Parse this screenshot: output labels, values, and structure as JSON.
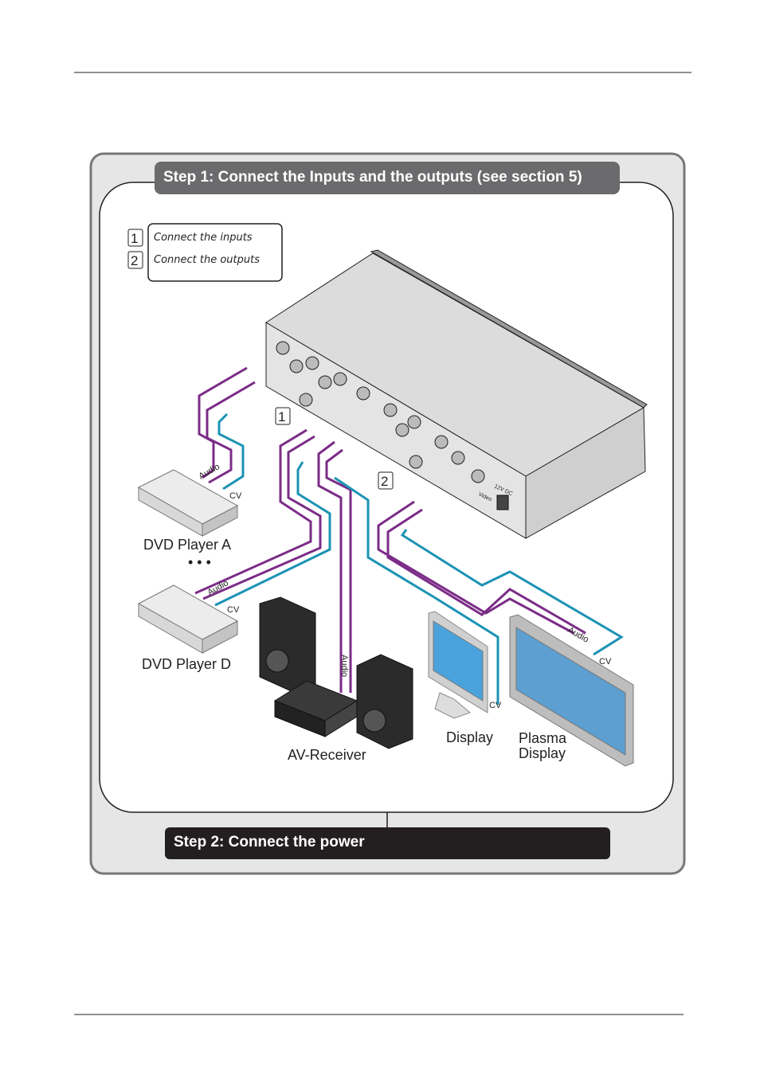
{
  "step1_title": "Step 1: Connect the Inputs and the outputs (see section 5)",
  "step2_title": "Step 2: Connect the power",
  "legend": [
    {
      "number": "1",
      "text": "Connect the inputs"
    },
    {
      "number": "2",
      "text": "Connect the outputs"
    }
  ],
  "markers": {
    "inputs": "1",
    "outputs": "2"
  },
  "devices": {
    "dvd_a": "DVD Player A",
    "ellipsis": "• • •",
    "dvd_d": "DVD Player D",
    "receiver": "AV-Receiver",
    "display": "Display",
    "plasma_line1": "Plasma",
    "plasma_line2": "Display"
  },
  "cable_labels": {
    "audio": "Audio",
    "cv": "CV"
  },
  "switcher_labels": {
    "power": "12V DC",
    "video": "Video"
  },
  "colors": {
    "audio_cable": "#7b2c87",
    "video_cable": "#1c93b4",
    "step1_banner": "#6b6b6d",
    "step2_banner": "#231f20",
    "panel": "#e6e6e7"
  }
}
